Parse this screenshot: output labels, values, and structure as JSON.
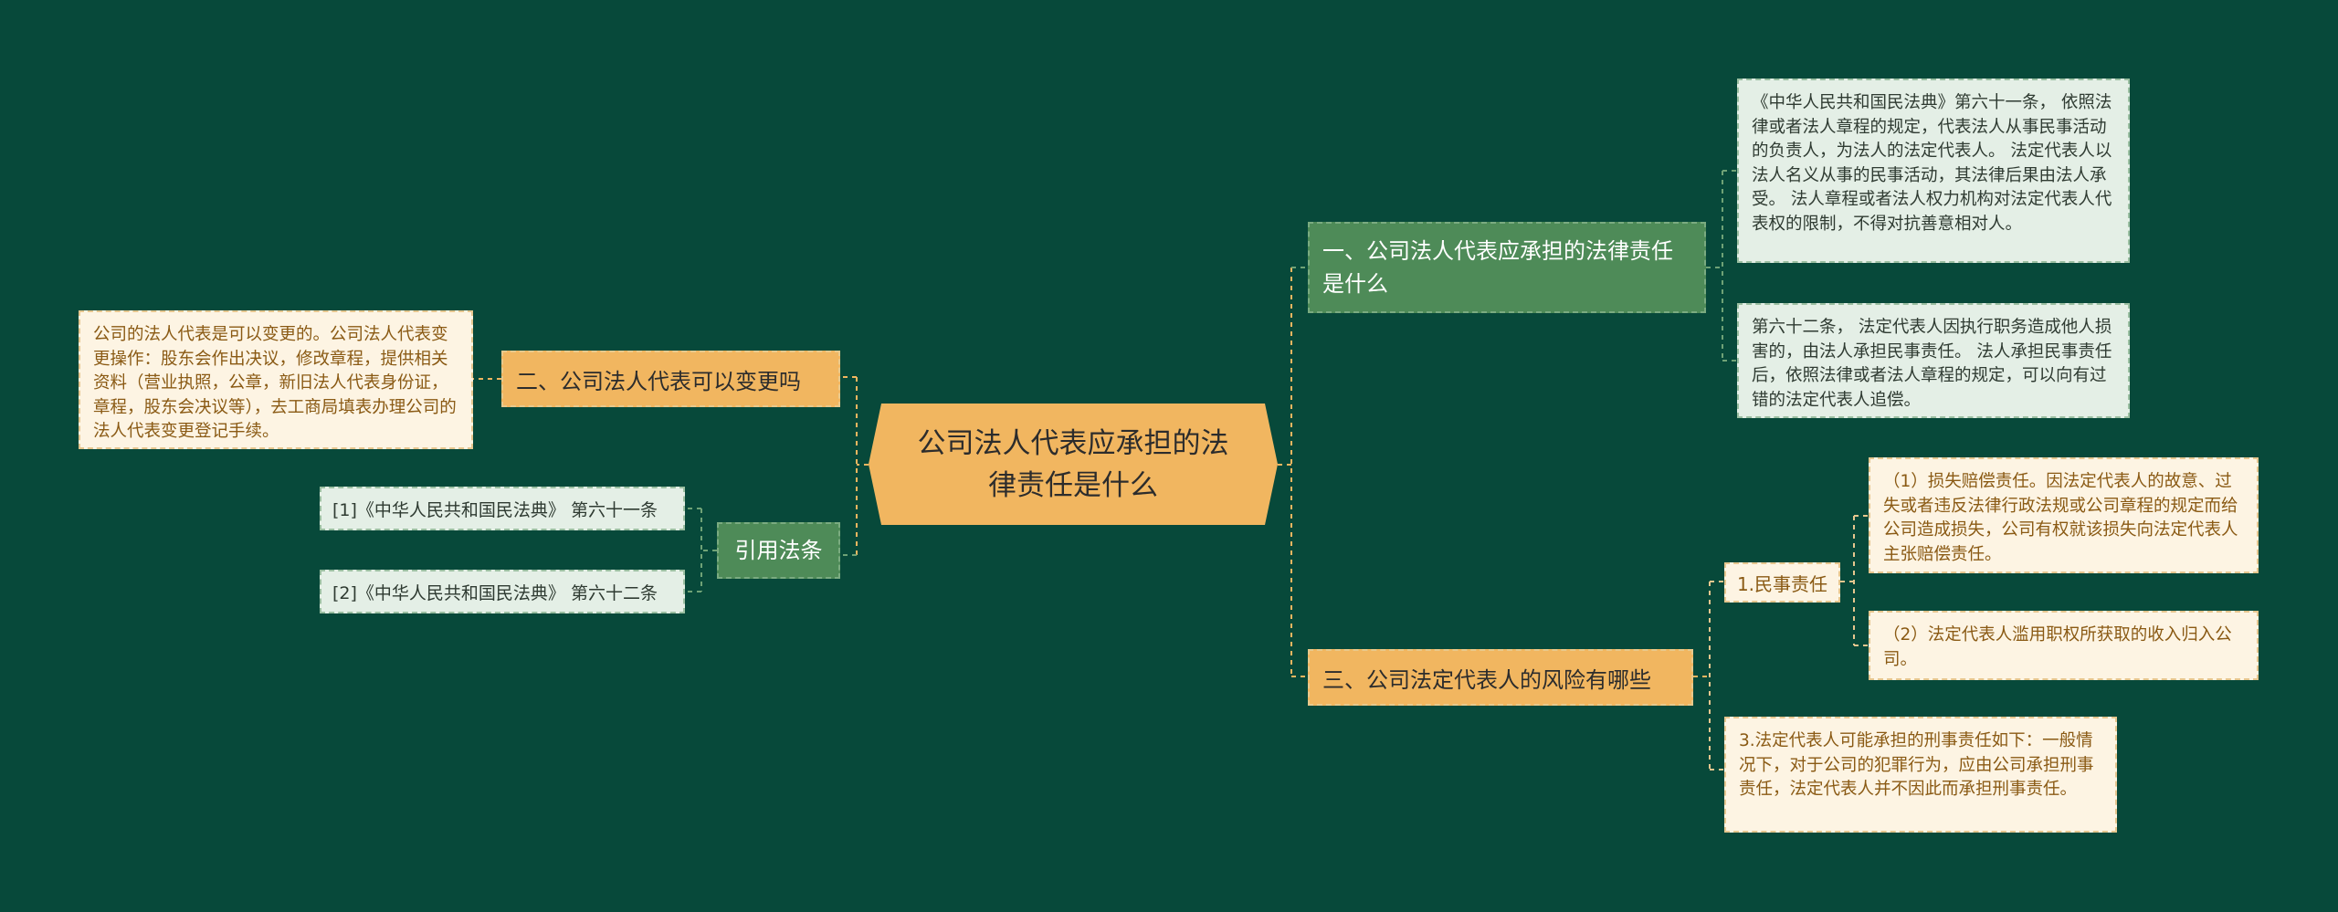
{
  "colors": {
    "background": "#07493a",
    "orange": "#f1b660",
    "green": "#4e8b58",
    "cream": "#fdf4e3",
    "pale_green": "#e4efe6"
  },
  "root": {
    "title": "公司法人代表应承担的法律责任是什么"
  },
  "left": {
    "branch_change": {
      "label": "二、公司法人代表可以变更吗",
      "detail": "公司的法人代表是可以变更的。公司法人代表变更操作：股东会作出决议，修改章程，提供相关资料（营业执照，公章，新旧法人代表身份证，章程，股东会决议等），去工商局填表办理公司的法人代表变更登记手续。"
    },
    "branch_refs": {
      "label": "引用法条",
      "refs": [
        "[1]《中华人民共和国民法典》 第六十一条",
        "[2]《中华人民共和国民法典》 第六十二条"
      ]
    }
  },
  "right": {
    "branch_liability": {
      "label": "一、公司法人代表应承担的法律责任是什么",
      "articles": [
        "《中华人民共和国民法典》第六十一条，  依照法律或者法人章程的规定，代表法人从事民事活动的负责人，为法人的法定代表人。 法定代表人以法人名义从事的民事活动，其法律后果由法人承受。 法人章程或者法人权力机构对法定代表人代表权的限制，不得对抗善意相对人。",
        "第六十二条， 法定代表人因执行职务造成他人损害的，由法人承担民事责任。 法人承担民事责任后，依照法律或者法人章程的规定，可以向有过错的法定代表人追偿。"
      ]
    },
    "branch_risk": {
      "label": "三、公司法定代表人的风险有哪些",
      "civil": {
        "label": "1.民事责任",
        "items": [
          "（1）损失赔偿责任。因法定代表人的故意、过失或者违反法律行政法规或公司章程的规定而给公司造成损失，公司有权就该损失向法定代表人主张赔偿责任。",
          "（2）法定代表人滥用职权所获取的收入归入公司。"
        ]
      },
      "criminal": "3.法定代表人可能承担的刑事责任如下：一般情况下，对于公司的犯罪行为，应由公司承担刑事责任，法定代表人并不因此而承担刑事责任。"
    }
  }
}
